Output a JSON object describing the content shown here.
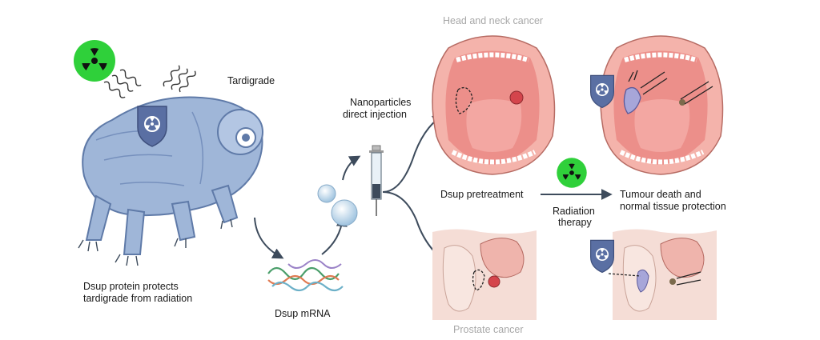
{
  "colors": {
    "tardigrade": "#9fb6d8",
    "tardigrade_dark": "#5f7aa8",
    "shield": "#5a6fa3",
    "radiation_green": "#2fd03a",
    "mouth_pink": "#f2a9a3",
    "tumour": "#d4454c",
    "arrow": "#3d4b5c",
    "caption_grey": "#a8a8a8"
  },
  "labels": {
    "tardigrade": "Tardigrade",
    "dsup_protects_line1": "Dsup protein protects",
    "dsup_protects_line2": "tardigrade from radiation",
    "dsup_mrna": "Dsup mRNA",
    "nanoparticles_line1": "Nanoparticles",
    "nanoparticles_line2": "direct injection",
    "head_neck": "Head and neck cancer",
    "prostate": "Prostate cancer",
    "pretreatment": "Dsup pretreatment",
    "radiation_line1": "Radiation",
    "radiation_line2": "therapy",
    "outcome_line1": "Tumour death and",
    "outcome_line2": "normal tissue protection"
  },
  "icons": [
    "radiation-icon",
    "shield-radiation-icon",
    "syringe-icon",
    "nanoparticle-icon",
    "mrna-strand-icon",
    "mouth-illustration",
    "pelvis-illustration"
  ]
}
